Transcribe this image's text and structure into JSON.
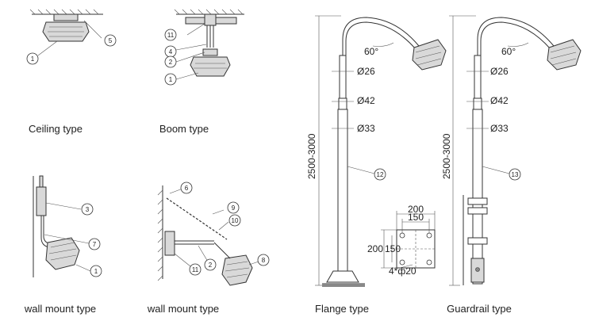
{
  "captions": {
    "ceiling": "Ceiling type",
    "boom": "Boom type",
    "wall1": "wall mount type",
    "wall2": "wall mount type",
    "flange": "Flange type",
    "guardrail": "Guardrail  type"
  },
  "callouts": {
    "c1": "1",
    "c2": "2",
    "c3": "3",
    "c4": "4",
    "c5": "5",
    "c6": "6",
    "c7": "7",
    "c8": "8",
    "c9": "9",
    "c10": "10",
    "c11": "11",
    "c12": "12",
    "c13": "13"
  },
  "dimensions": {
    "angle": "60°",
    "d26": "Ø26",
    "d42": "Ø42",
    "d33": "Ø33",
    "height": "2500-3000",
    "w200": "200",
    "w150": "150",
    "h200": "200",
    "h150": "150",
    "holes": "4*ф20"
  }
}
